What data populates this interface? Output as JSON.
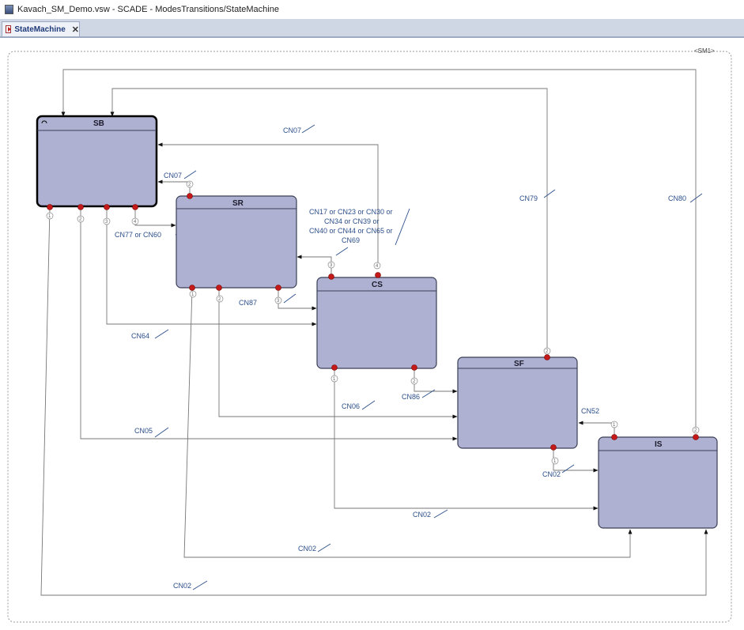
{
  "window": {
    "title": "Kavach_SM_Demo.vsw - SCADE - ModesTransitions/StateMachine"
  },
  "tab": {
    "label": "StateMachine",
    "close_glyph": "✕"
  },
  "diagram": {
    "machine_label": "<SM1>",
    "states": {
      "sb": "SB",
      "sr": "SR",
      "cs": "CS",
      "sf": "SF",
      "is": "IS"
    },
    "conditions": {
      "cn07_top": "CN07",
      "cn07_mid": "CN07",
      "cn77_60": "CN77 or CN60",
      "cn_multi_1": "CN17 or CN23 or CN30 or",
      "cn_multi_2": "CN34 or CN39 or",
      "cn_multi_3": "CN40 or CN44 or CN65 or",
      "cn_multi_4": "CN69",
      "cn79": "CN79",
      "cn80": "CN80",
      "cn87": "CN87",
      "cn64": "CN64",
      "cn86": "CN86",
      "cn06": "CN06",
      "cn52": "CN52",
      "cn05": "CN05",
      "cn02_sf": "CN02",
      "cn02_cs": "CN02",
      "cn02_sr": "CN02",
      "cn02_sb": "CN02"
    },
    "priorities": {
      "sb1": "1",
      "sb2": "2",
      "sb3": "3",
      "sb4": "4",
      "sr_top": "2",
      "sr1": "1",
      "sr2": "2",
      "sr3": "3",
      "cs_top": "3",
      "cs_top2": "4",
      "cs1": "1",
      "cs2": "2",
      "sf_top": "2",
      "sf1": "1",
      "is1": "1",
      "is2": "2"
    }
  }
}
